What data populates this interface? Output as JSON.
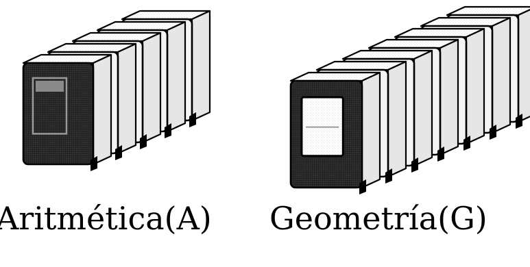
{
  "figure": {
    "groups": [
      {
        "id": "arithmetic",
        "label": "Aritmética(A)",
        "book_count": 5
      },
      {
        "id": "geometry",
        "label": "Geometría(G)",
        "book_count": 7
      }
    ]
  },
  "colors": {
    "ink": "#000000",
    "page": "#ffffff",
    "cover_dark": "#111111",
    "spine_shade": "#cfcfcf",
    "page_edge": "#e6e6e6"
  }
}
